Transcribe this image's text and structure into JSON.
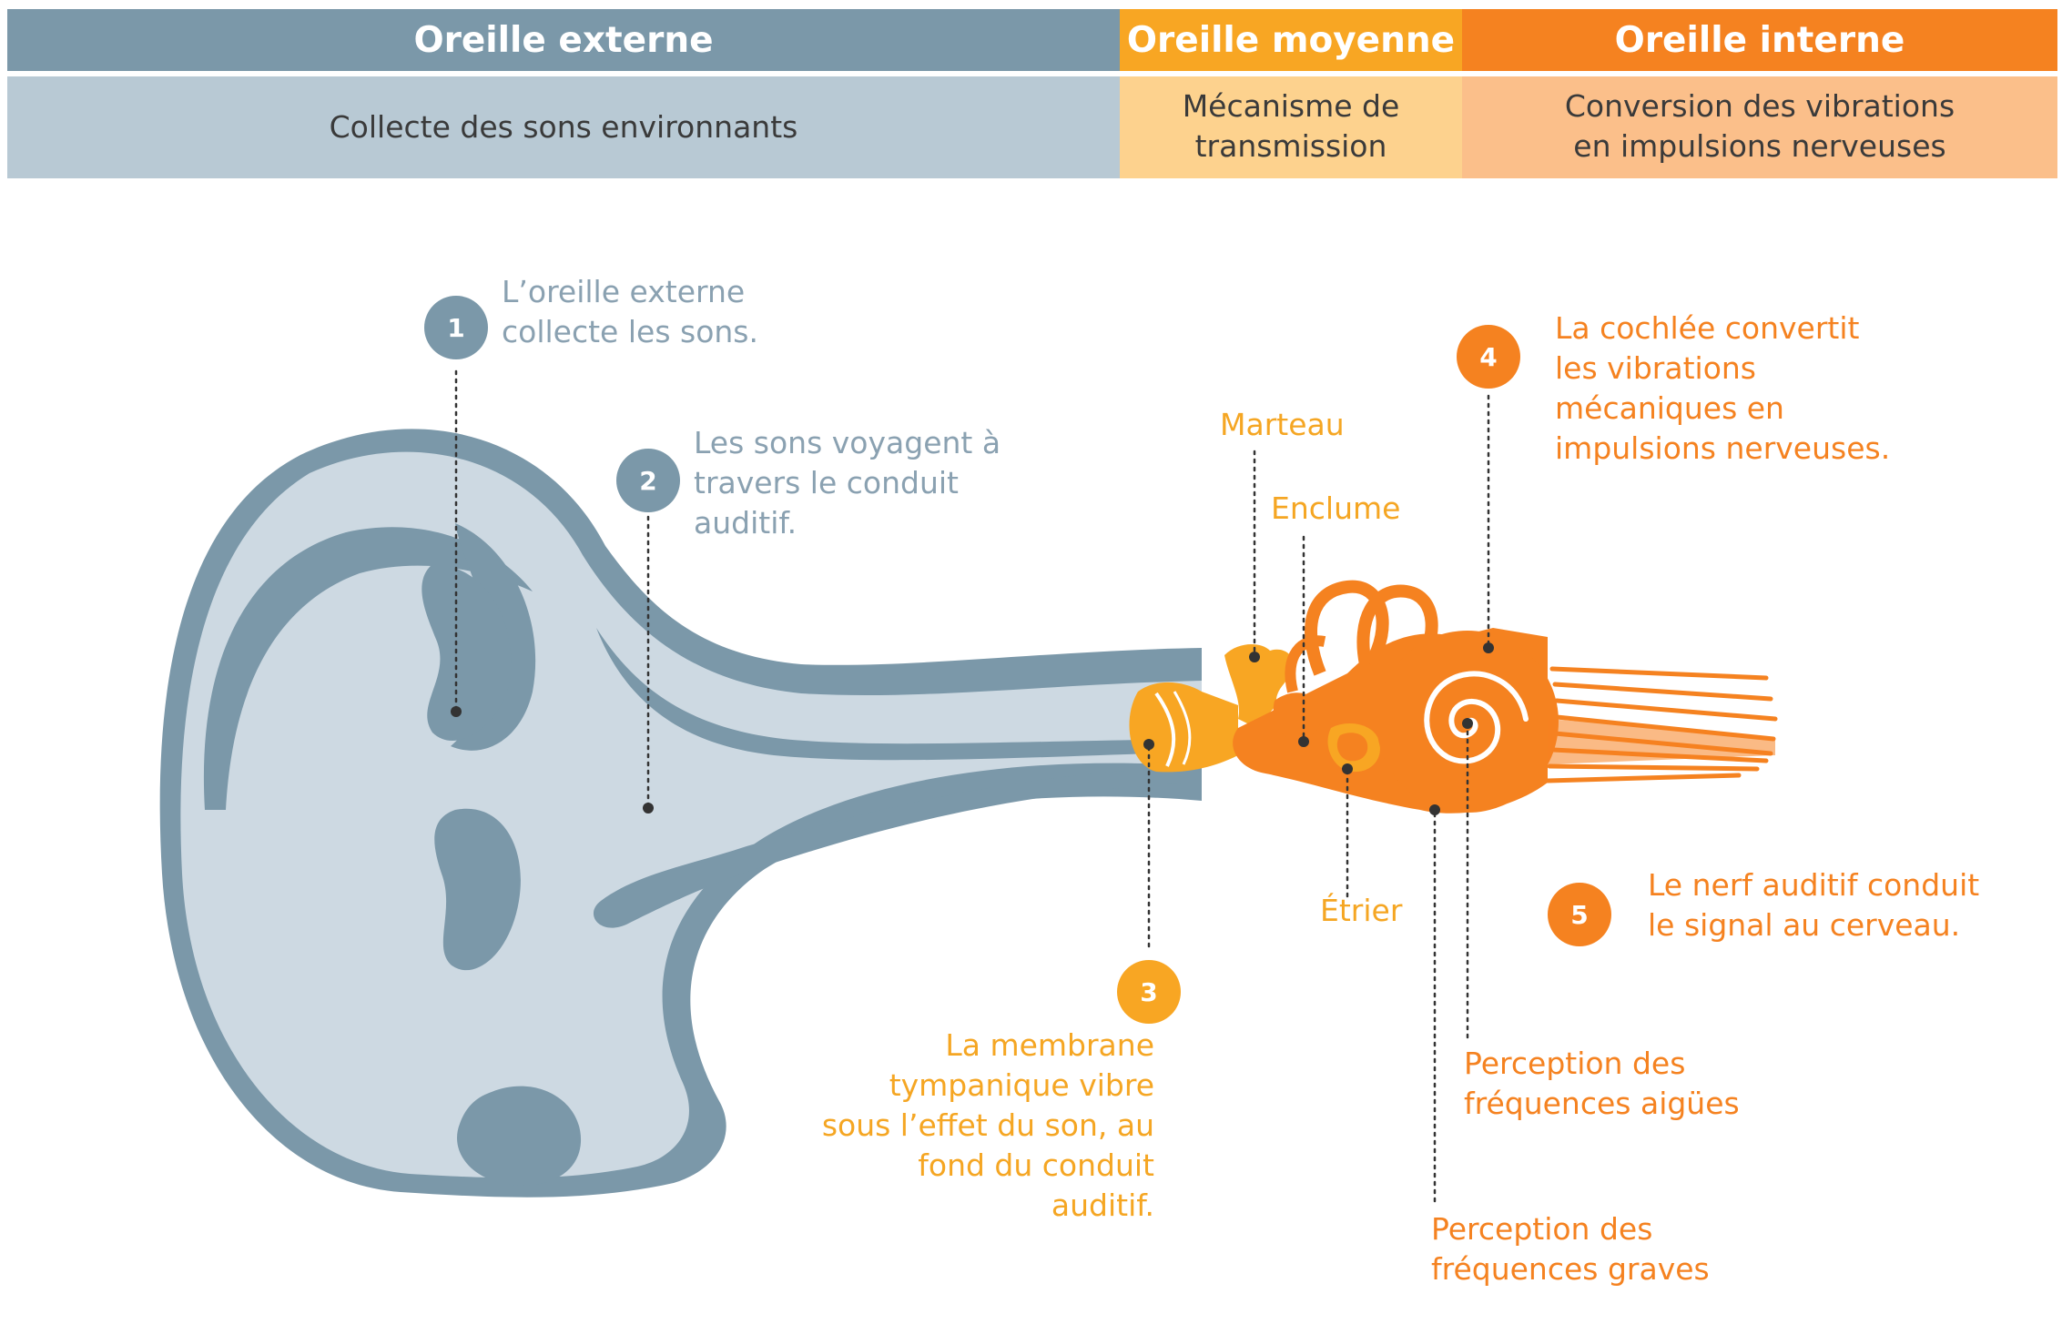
{
  "colors": {
    "outer": "#7b98a9",
    "outer_light": "#b8c9d4",
    "middle": "#f8a623",
    "middle_light": "#fdd28e",
    "inner": "#f58220",
    "inner_light": "#fbbf8a"
  },
  "header": {
    "outer": {
      "title": "Oreille externe",
      "desc": [
        "Collecte des sons environnants"
      ]
    },
    "middle": {
      "title": "Oreille moyenne",
      "desc": [
        "Mécanisme de",
        "transmission"
      ]
    },
    "inner": {
      "title": "Oreille interne",
      "desc": [
        "Conversion des vibrations",
        "en impulsions nerveuses"
      ]
    }
  },
  "steps": [
    {
      "num": "1",
      "lines": [
        "L’oreille externe",
        "collecte les sons."
      ]
    },
    {
      "num": "2",
      "lines": [
        "Les sons voyagent à",
        "travers le conduit",
        "auditif."
      ]
    },
    {
      "num": "3",
      "lines": [
        "La membrane",
        "tympanique vibre",
        "sous l’effet du son, au",
        "fond du conduit",
        "auditif."
      ]
    },
    {
      "num": "4",
      "lines": [
        "La cochlée convertit",
        "les vibrations",
        "mécaniques en",
        "impulsions nerveuses."
      ]
    },
    {
      "num": "5",
      "lines": [
        "Le nerf auditif conduit",
        "le signal au cerveau."
      ]
    }
  ],
  "labels": {
    "marteau": "Marteau",
    "enclume": "Enclume",
    "etrier": "Étrier",
    "aigues": [
      "Perception des",
      "fréquences aigües"
    ],
    "graves": [
      "Perception des",
      "fréquences graves"
    ]
  }
}
